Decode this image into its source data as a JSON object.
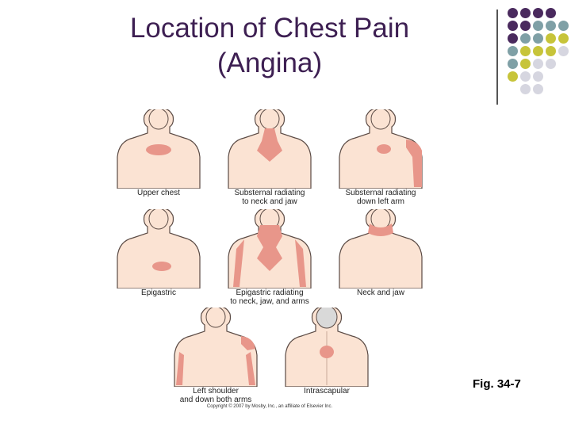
{
  "slide": {
    "title_line1": "Location of Chest Pain",
    "title_line2": "(Angina)",
    "figure_ref": "Fig. 34-7",
    "copyright": "Copyright © 2007 by Mosby, Inc., an affiliate of Elsevier Inc."
  },
  "figures": [
    {
      "caption_line1": "Upper chest",
      "caption_line2": ""
    },
    {
      "caption_line1": "Substernal radiating",
      "caption_line2": "to neck and jaw"
    },
    {
      "caption_line1": "Substernal radiating",
      "caption_line2": "down left arm"
    },
    {
      "caption_line1": "Epigastric",
      "caption_line2": ""
    },
    {
      "caption_line1": "Epigastric radiating",
      "caption_line2": "to neck, jaw, and arms"
    },
    {
      "caption_line1": "Neck and jaw",
      "caption_line2": ""
    },
    {
      "caption_line1": "Left shoulder",
      "caption_line2": "and down both arms"
    },
    {
      "caption_line1": "Intrascapular",
      "caption_line2": ""
    }
  ],
  "colors": {
    "title": "#3d1f52",
    "pain_area": "#e8968a",
    "skin": "#fbe3d3",
    "outline": "#5a4a44",
    "dot_purple": "#4a2a5e",
    "dot_teal": "#7fa0a6",
    "dot_olive": "#c7c43a",
    "dot_gray": "#d6d6e0"
  }
}
